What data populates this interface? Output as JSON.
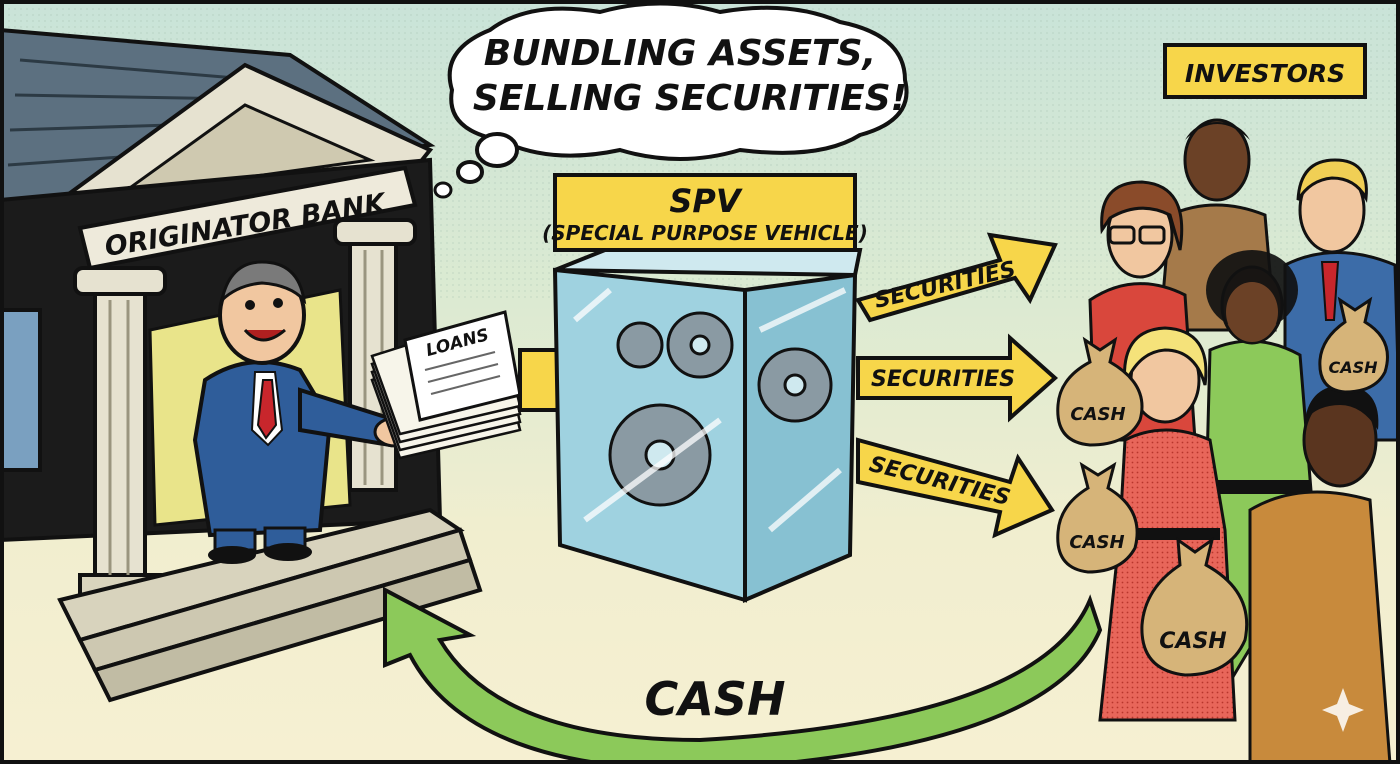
{
  "thought_bubble": {
    "line1": "BUNDLING ASSETS,",
    "line2": "SELLING SECURITIES!"
  },
  "bank": {
    "label": "ORIGINATOR BANK"
  },
  "loans": {
    "label": "LOANS"
  },
  "spv": {
    "title": "SPV",
    "subtitle": "(SPECIAL PURPOSE VEHICLE)"
  },
  "securities_arrows": [
    "SECURITIES",
    "SECURITIES",
    "SECURITIES"
  ],
  "investors": {
    "label": "INVESTORS",
    "cash_bags": [
      "CASH",
      "CASH",
      "CASH",
      "CASH"
    ]
  },
  "cash_flow": {
    "label": "CASH"
  },
  "colors": {
    "accent_yellow": "#f7d64a",
    "cash_green": "#8cc95a",
    "glass": "#9fd2e0",
    "bank_stone": "#e6e2d0",
    "suit_blue": "#2f5d9a"
  }
}
